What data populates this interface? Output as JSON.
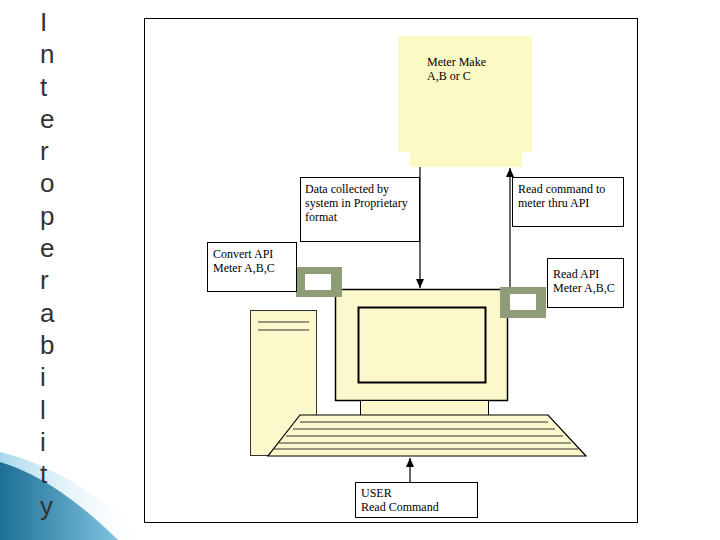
{
  "diagram": {
    "title": "Interoperability",
    "nodes": [
      {
        "text": [
          "Meter Make A,B or C"
        ]
      },
      {
        "text": [
          "Data collected by system in Proprietary format"
        ]
      },
      {
        "text": [
          "Read command to meter thru API"
        ]
      },
      {
        "text": [
          "Convert API Meter A,B,C"
        ]
      },
      {
        "text": [
          "Read API Meter A,B,C"
        ]
      },
      {
        "text": [
          "USER",
          "Read Command"
        ]
      }
    ]
  }
}
